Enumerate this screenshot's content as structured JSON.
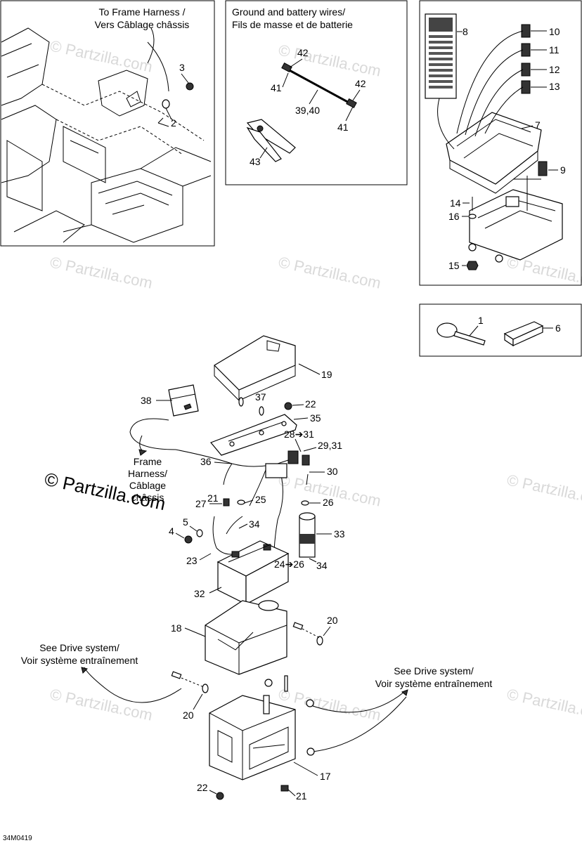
{
  "captions": {
    "frame_harness_top": [
      "To Frame Harness /",
      "Vers Câblage châssis"
    ],
    "ground_battery": [
      "Ground and battery wires/",
      "Fils de masse et de batterie"
    ],
    "frame_harness_mid": [
      "Frame",
      "Harness/",
      "Câblage",
      "châssis"
    ],
    "see_drive_left": [
      "See Drive system/",
      "Voir système entraînement"
    ],
    "see_drive_right": [
      "See Drive system/",
      "Voir système entraînement"
    ]
  },
  "watermark": "© Partzilla.com",
  "diagram_code": "34M0419",
  "callouts": {
    "c1": "1",
    "c2": "2",
    "c3": "3",
    "c4": "4",
    "c5": "5",
    "c6": "6",
    "c7": "7",
    "c8": "8",
    "c9": "9",
    "c10": "10",
    "c11": "11",
    "c12": "12",
    "c13": "13",
    "c14": "14",
    "c15": "15",
    "c16": "16",
    "c17": "17",
    "c18": "18",
    "c19": "19",
    "c20a": "20",
    "c20b": "20",
    "c21a": "21",
    "c21b": "21",
    "c22a": "22",
    "c22b": "22",
    "c23": "23",
    "c24_26": "24➔26",
    "c25": "25",
    "c26": "26",
    "c27": "27",
    "c28_31": "28➔31",
    "c29_31": "29,31",
    "c30": "30",
    "c32": "32",
    "c33": "33",
    "c34a": "34",
    "c34b": "34",
    "c35": "35",
    "c36": "36",
    "c37": "37",
    "c38": "38",
    "c39_40": "39,40",
    "c41a": "41",
    "c41b": "41",
    "c42a": "42",
    "c42b": "42",
    "c43": "43"
  }
}
